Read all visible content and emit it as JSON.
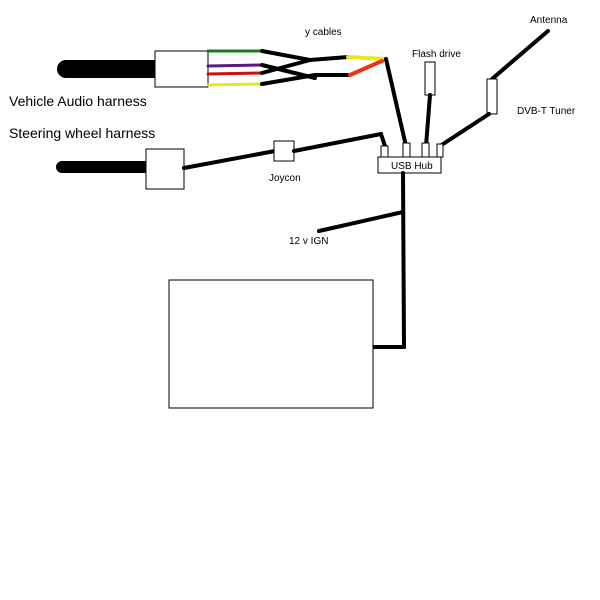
{
  "labels": {
    "vehicle_audio_harness": "Vehicle Audio harness",
    "steering_wheel_harness": "Steering wheel harness",
    "y_cables": "y cables",
    "flash_drive": "Flash drive",
    "antenna": "Antenna",
    "dvbt_tuner": "DVB-T Tuner",
    "usb_hub": "USB Hub",
    "joycon": "Joycon",
    "ign_12v": "12 v IGN"
  },
  "wire_colors": {
    "green": "#1a7a1a",
    "purple": "#5a1a8a",
    "red": "#cc1111",
    "yellow": "#e6e61a",
    "red_orange": "#ee3311",
    "black": "#000000"
  }
}
